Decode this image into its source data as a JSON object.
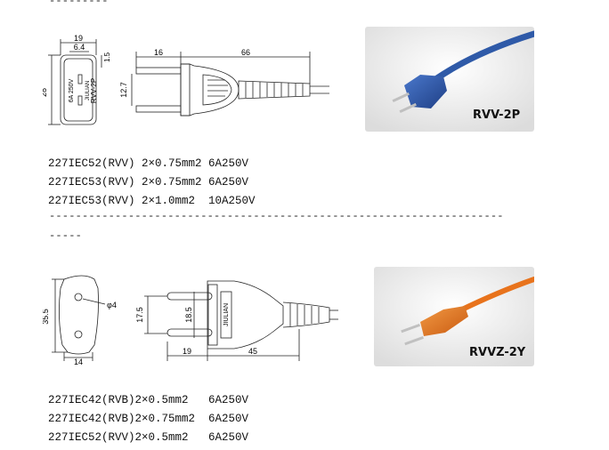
{
  "top_dash": "---------",
  "section1": {
    "dims": {
      "w19": "19",
      "w6_4": "6.4",
      "h1_5": "1.5",
      "h28": "28",
      "l16": "16",
      "l66": "66",
      "h12_7": "12.7",
      "face_rating": "6A   250V",
      "face_brand": "JIULIAN",
      "face_model": "RVV-2P"
    },
    "photo_label": "RVV-2P",
    "lines": [
      "227IEC52(RVV) 2×0.75mm2 6A250V",
      "227IEC53(RVV) 2×0.75mm2 6A250V",
      "227IEC53(RVV) 2×1.0mm2  10A250V"
    ]
  },
  "separator": {
    "line1": "---------------------------------------------------------------------",
    "line2": "-----"
  },
  "section2": {
    "dims": {
      "h35_5": "35.5",
      "phi4": "φ4",
      "w14": "14",
      "h17_5": "17.5",
      "h18_5": "18.5",
      "l19": "19",
      "l45": "45",
      "brand": "JIULIAN"
    },
    "photo_label": "RVVZ-2Y",
    "lines": [
      "227IEC42(RVB)2×0.5mm2   6A250V",
      "227IEC42(RVB)2×0.75mm2  6A250V",
      "227IEC52(RVV)2×0.5mm2   6A250V"
    ]
  },
  "colors": {
    "blue_plug": "#2f5aa8",
    "orange_plug": "#e8731c"
  }
}
